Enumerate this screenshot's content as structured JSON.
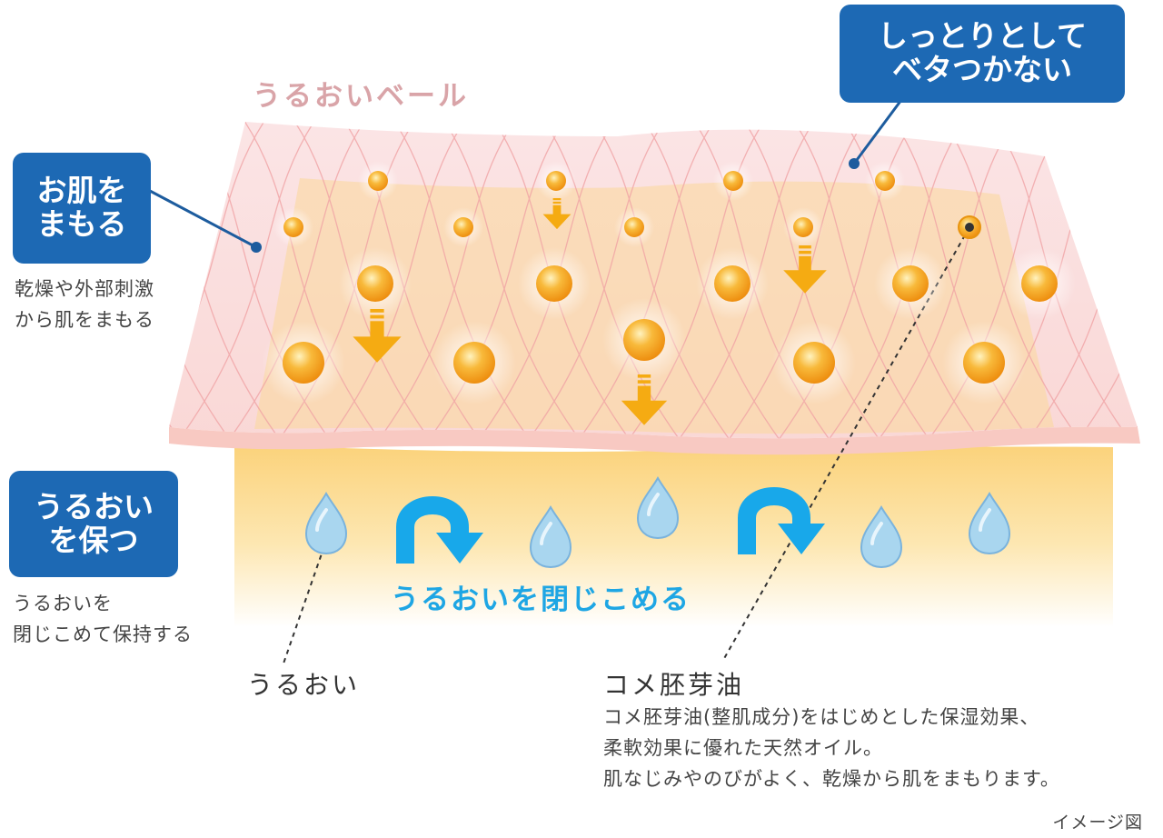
{
  "colors": {
    "tag_bg": "#1d69b4",
    "veil_text": "#d9a4a8",
    "lock_text": "#1ea6e4",
    "oil_drop": "#f3a21f",
    "arrow_down": "#f5ab12",
    "water_drop": "#a9d6ef",
    "curl_arrow": "#18a8ea"
  },
  "icons": {
    "oil": "oil-droplet-icon",
    "water": "water-droplet-icon",
    "down": "arrow-down-icon",
    "curl": "curl-arrow-icon"
  },
  "labels": {
    "veil_title": "うるおいベール",
    "lock_title": "うるおいを閉じこめる",
    "moisture": "うるおい",
    "rice_oil": "コメ胚芽油",
    "caption": "イメージ図"
  },
  "tags": {
    "moist_not_sticky": "しっとりとして\nベタつかない",
    "protect_skin": "お肌を\nまもる",
    "keep_moisture": "うるおい\nを保つ"
  },
  "notes": {
    "protect": "乾燥や外部刺激\nから肌をまもる",
    "keep": "うるおいを\n閉じこめて保持する",
    "rice_oil_desc": "コメ胚芽油(整肌成分)をはじめとした保湿効果、\n柔軟効果に優れた天然オイル。\n肌なじみやのびがよく、乾燥から肌をまもります。"
  }
}
